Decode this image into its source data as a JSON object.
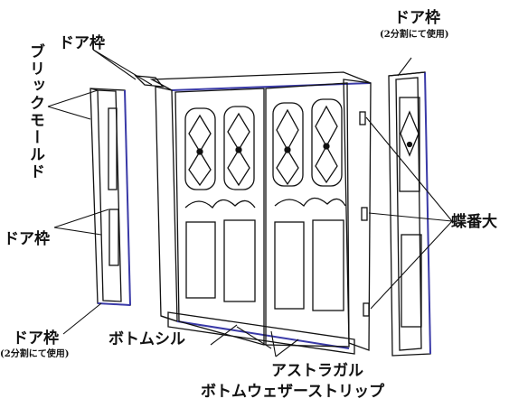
{
  "labels": {
    "door_frame": "ドア枠",
    "split_note": "(2分割にて使用)",
    "brick_mould": "ブリックモールド",
    "hinge": "蝶番大",
    "bottom_sill": "ボトムシル",
    "astragal": "アストラガル",
    "bottom_weatherstrip": "ボトムウェザーストリップ"
  },
  "colors": {
    "line": "#111111",
    "frame_edge": "#3a3aa8"
  }
}
